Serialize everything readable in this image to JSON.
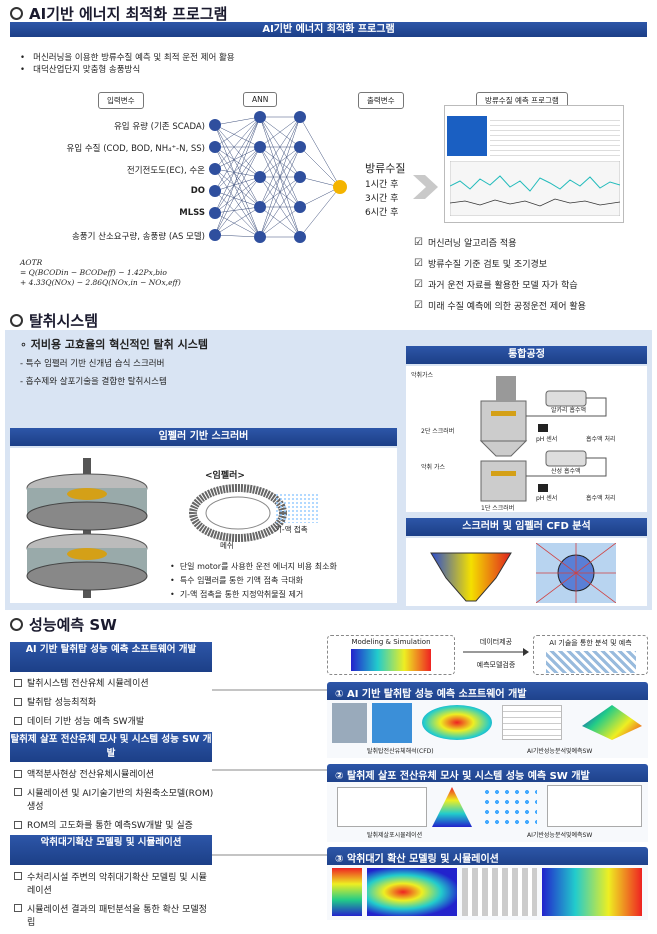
{
  "sec1": {
    "title": "AI기반 에너지 최적화 프로그램",
    "bar": "AI기반 에너지 최적화 프로그램",
    "bullets": [
      "머신러닝을 이용한 방류수질 예측 및 최적 운전 제어 활용",
      "대덕산업단지 맞춤형 송풍방식"
    ],
    "input_head": "입력변수",
    "ann_head": "ANN",
    "output_head": "출력변수",
    "program_head": "방류수질 예측 프로그램",
    "inputs": [
      "유입 유량 (기존 SCADA)",
      "유입 수질 (COD, BOD, NH₄⁺-N, SS)",
      "전기전도도(EC), 수온",
      "DO",
      "MLSS",
      "송풍기 산소요구량, 송풍량 (AS 모델)"
    ],
    "output_label": "방류수질",
    "outputs": [
      "1시간 후",
      "3시간 후",
      "6시간 후"
    ],
    "formula": [
      "AOTR",
      "= Q(BCODin − BCODeff) − 1.42Px,bio",
      "+ 4.33Q(NOx) − 2.86Q(NOx,in − NOx,eff)"
    ],
    "checks": [
      "머신러닝 알고리즘 적용",
      "방류수질 기준 검토 및 조기경보",
      "과거 운전 자료를 활용한 모델 자가 학습",
      "미래 수질 예측에 의한 공정운전 제어 활용"
    ]
  },
  "sec2": {
    "title": "탈취시스템",
    "heading": "저비용 고효율의 혁신적인 탈취 시스템",
    "bullets": [
      "- 특수 임펠러 기반 신개념 습식 스크러버",
      "- 흡수제와 살포기술을 결합한 탈취시스템"
    ],
    "scrubber_bar": "임펠러 기반 스크러버",
    "impeller_label": "<임펠러>",
    "gas_liquid": "기-액 접촉",
    "mesh": "메쉬",
    "scrubber_points": [
      "단일 motor를 사용한 운전 에너지 비용 최소화",
      "특수 임펠러를 통한 기액 접촉 극대화",
      "기-액 접촉을 통한 지정악취물질 제거"
    ],
    "process_bar": "통합공정",
    "process_labels": [
      "악취가스",
      "알카리 흡수액",
      "2단 스크러버",
      "pH 센서",
      "흡수액 처리",
      "악취 가스",
      "산성 흡수액",
      "1단 스크러버",
      "pH 센서",
      "흡수액 처리"
    ],
    "cfd_bar": "스크러버 및 임펠러 CFD 분석"
  },
  "sec3": {
    "title": "성능예측 SW",
    "left": [
      {
        "head": "AI 기반 탈취탑 성능 예측 소프트웨어 개발",
        "items": [
          "탈취시스템 전산유체 시뮬레이션",
          "탈취탑 성능최적화",
          "데이터 기반 성능 예측 SW개발"
        ]
      },
      {
        "head": "탈취제 살포 전산유체 모사 및 시스템 성능 SW 개발",
        "items": [
          "액적분사현상 전산유체시뮬레이션",
          "시뮬레이션 및 AI기술기반의 차원축소모델(ROM)생성",
          "ROM의 고도화를 통한 예측SW개발 및 실증"
        ]
      },
      {
        "head": "악취대기확산 모델링 및 시뮬레이션",
        "items": [
          "수처리시설 주변의 악취대기확산 모델링 및 시뮬레이션",
          "시뮬레이션 결과의 패턴분석을 통한 확산 모델정립"
        ]
      }
    ],
    "modeling": "Modeling & Simulation",
    "data_provide": "데이터제공",
    "model_verify": "예측모델검증",
    "ai_analysis": "AI 기술을 통한 분석 및 예측",
    "r1": "① AI 기반 탈취탑 성능 예측 소프트웨어 개발",
    "r1_caps": [
      "탈취탑전산유체해석(CFD)",
      "AI기반성능분석및예측SW"
    ],
    "r2": "② 탈취제 살포 전산유체 모사 및 시스템 성능 예측 SW 개발",
    "r2_caps": [
      "탈취제살포시뮬레이션",
      "AI기반성능분석및예측SW"
    ],
    "r3": "③ 악취대기 확산 모델링 및 시뮬레이션"
  }
}
